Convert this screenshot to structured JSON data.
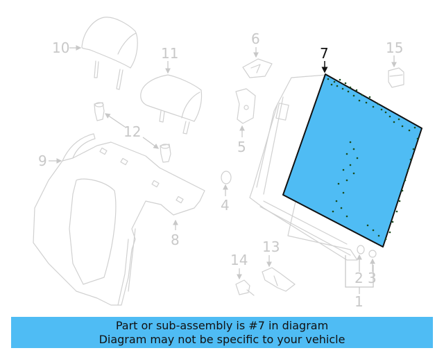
{
  "diagram": {
    "highlighted_part": "7",
    "highlight_color": "#4fbcf4",
    "callouts": [
      {
        "id": "1",
        "label": "1"
      },
      {
        "id": "2",
        "label": "2"
      },
      {
        "id": "3",
        "label": "3"
      },
      {
        "id": "4",
        "label": "4"
      },
      {
        "id": "5",
        "label": "5"
      },
      {
        "id": "6",
        "label": "6"
      },
      {
        "id": "7",
        "label": "7"
      },
      {
        "id": "8",
        "label": "8"
      },
      {
        "id": "9",
        "label": "9"
      },
      {
        "id": "10",
        "label": "10"
      },
      {
        "id": "11",
        "label": "11"
      },
      {
        "id": "12",
        "label": "12"
      },
      {
        "id": "13",
        "label": "13"
      },
      {
        "id": "14",
        "label": "14"
      },
      {
        "id": "15",
        "label": "15"
      }
    ]
  },
  "banner": {
    "line1": "Part or sub-assembly is #7 in diagram",
    "line2": "Diagram may not be specific to your vehicle",
    "background": "#4fbcf4"
  }
}
